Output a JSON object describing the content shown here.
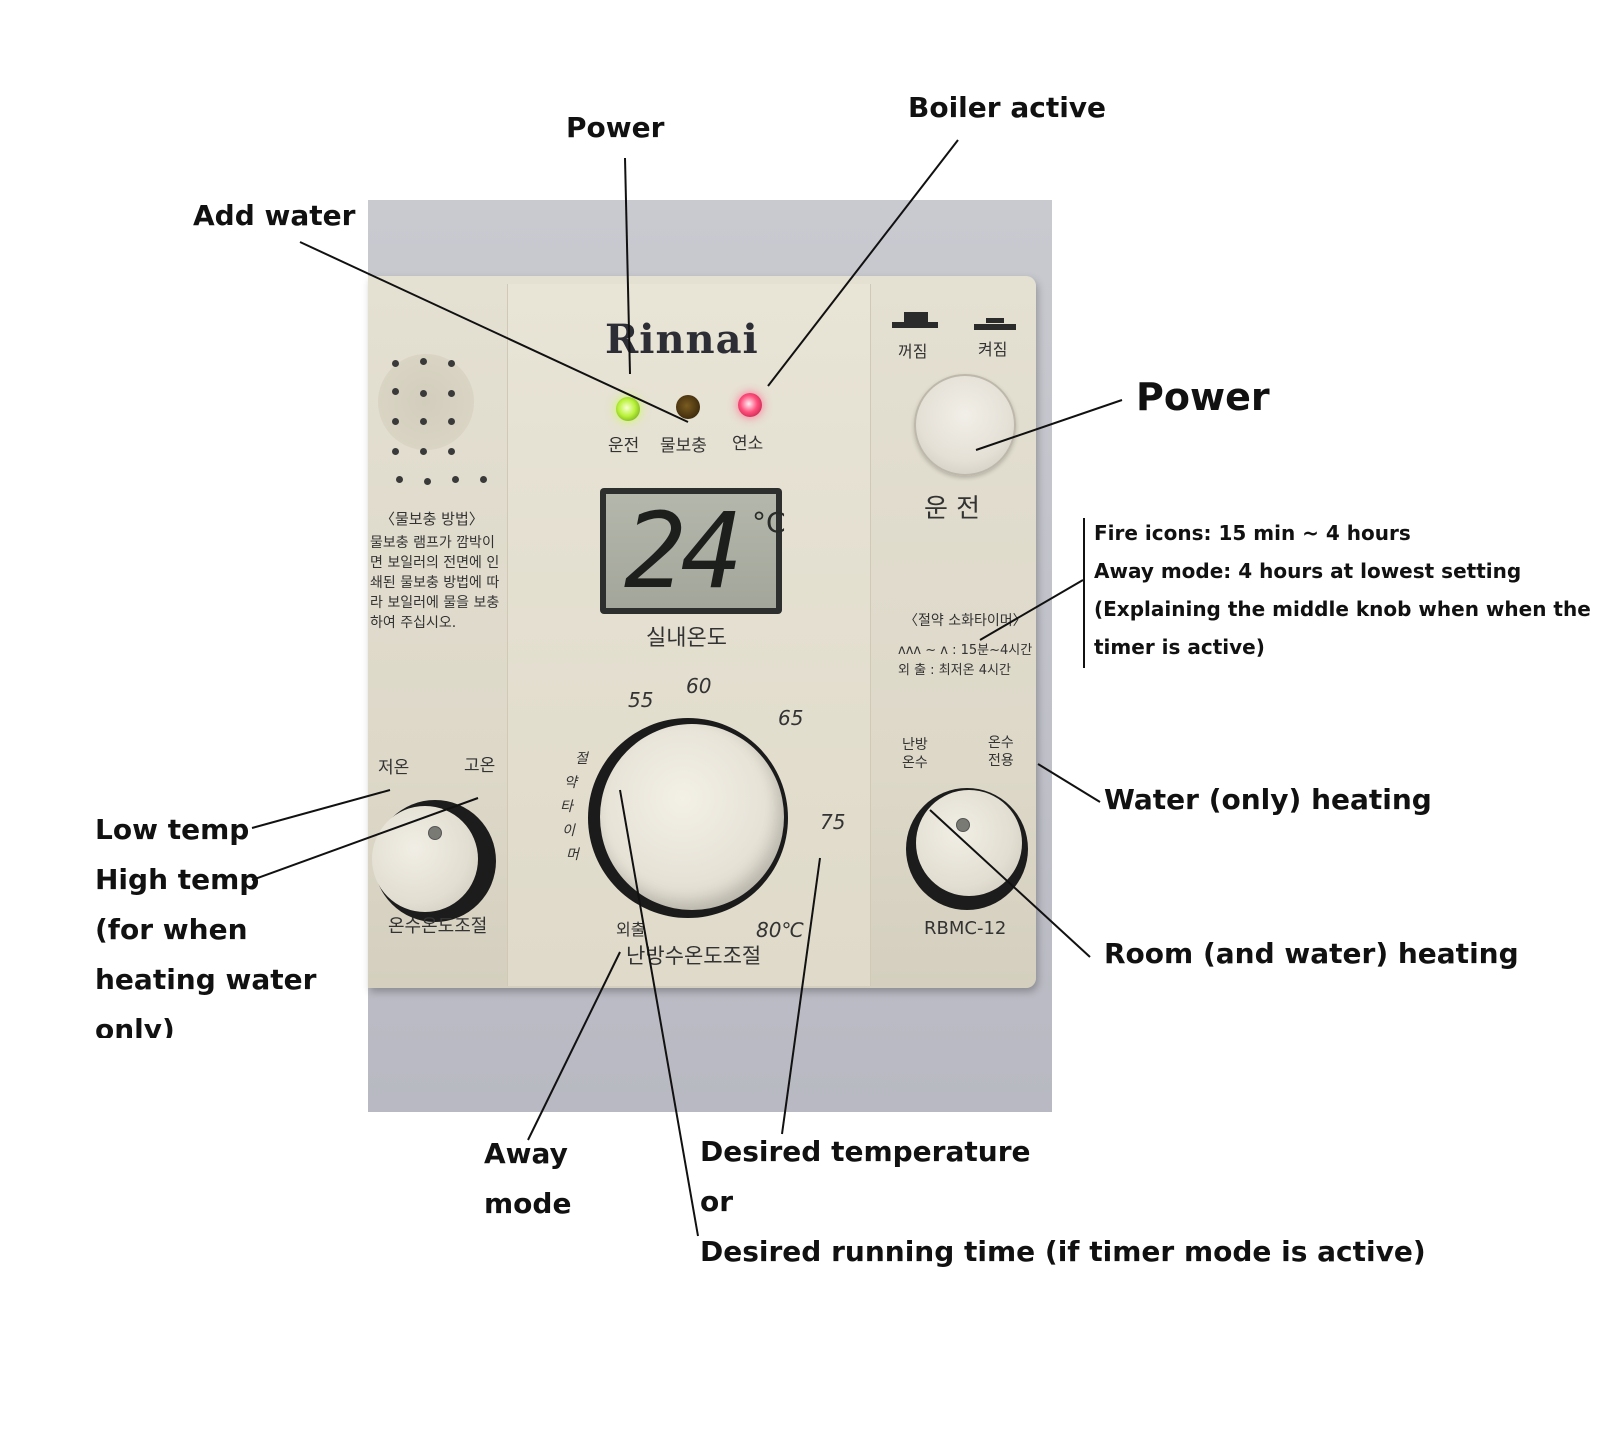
{
  "annotations": {
    "power_led": "Power",
    "boiler_active": "Boiler active",
    "add_water": "Add water",
    "power_button": "Power",
    "timer_note": [
      "Fire icons: 15 min ~ 4 hours",
      "Away mode: 4 hours at lowest setting",
      "(Explaining the middle knob when when the",
      "timer is active)"
    ],
    "water_only_heating": "Water (only) heating",
    "room_water_heating": "Room (and water) heating",
    "low_temp": "Low temp",
    "high_temp": "High temp",
    "high_temp_note": [
      "(for when",
      "heating water",
      "only)"
    ],
    "away_mode": [
      "Away",
      "mode"
    ],
    "desired": [
      "Desired temperature",
      "or",
      "Desired running time (if timer mode is active)"
    ]
  },
  "device": {
    "brand": "Rinnai",
    "switch_off": "꺼짐",
    "switch_on": "켜짐",
    "led_labels": [
      "운전",
      "물보충",
      "연소"
    ],
    "power_label": "운 전",
    "display_value": "24",
    "display_unit": "°C",
    "display_caption": "실내온도",
    "instructions_title": "〈물보충 방법〉",
    "instructions": [
      "물보충 램프가 깜박이",
      "면 보일러의 전면에 인",
      "쇄된 물보충 방법에 따",
      "라 보일러에 물을 보충",
      "하여 주십시오."
    ],
    "timer_title": "〈절약 소화타이머〉",
    "timer_lines": [
      "ʌʌʌ ~ ʌ : 15분~4시간",
      "외 출 : 최저온 4시간"
    ],
    "left_knob_low": "저온",
    "left_knob_high": "고온",
    "left_knob_caption": "온수온도조절",
    "center_knob_caption": "난방수온도조절",
    "center_scale": [
      "55",
      "60",
      "65",
      "75",
      "80℃"
    ],
    "timer_vertical": [
      "절",
      "약",
      "타",
      "이",
      "머"
    ],
    "away_label": "외출",
    "right_knob_room": "난방\n온수",
    "right_knob_room_lines": [
      "난방",
      "온수"
    ],
    "right_knob_water_lines": [
      "온수",
      "전용"
    ],
    "model": "RBMC-12"
  }
}
